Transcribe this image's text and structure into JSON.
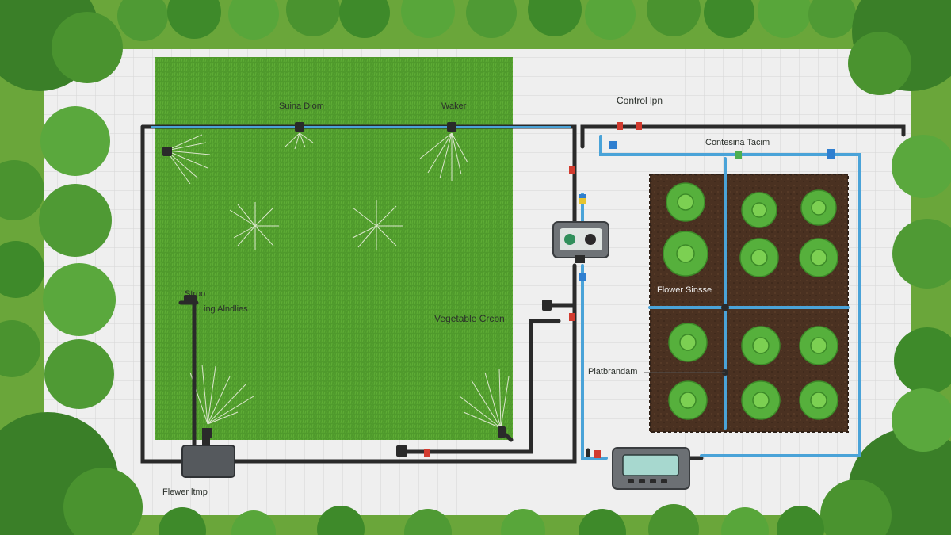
{
  "labels": {
    "suina_dion": "Suina Diom",
    "waker": "Waker",
    "control_lpn": "Control lpn",
    "contesina_tacim": "Contesina Tacim",
    "stroo": "Stroo",
    "ing_alndlies": "ing Alndlies",
    "vegetable_crebn": "Vegetable Crcbn",
    "flower_sinsse": "Flower Sinsse",
    "platbrandam": "Platbrandam",
    "flewer_ltmp": "Flewer ltmp"
  },
  "colors": {
    "lawn": "#4f9a2c",
    "pipe_black": "#2a2a2a",
    "pipe_blue": "#4aa3d8",
    "soil": "#4a3121",
    "hedge": "#4f9a34",
    "tile": "#efefef"
  },
  "controller_display": {
    "icons": [
      "leaf-icon",
      "drop-icon"
    ]
  }
}
